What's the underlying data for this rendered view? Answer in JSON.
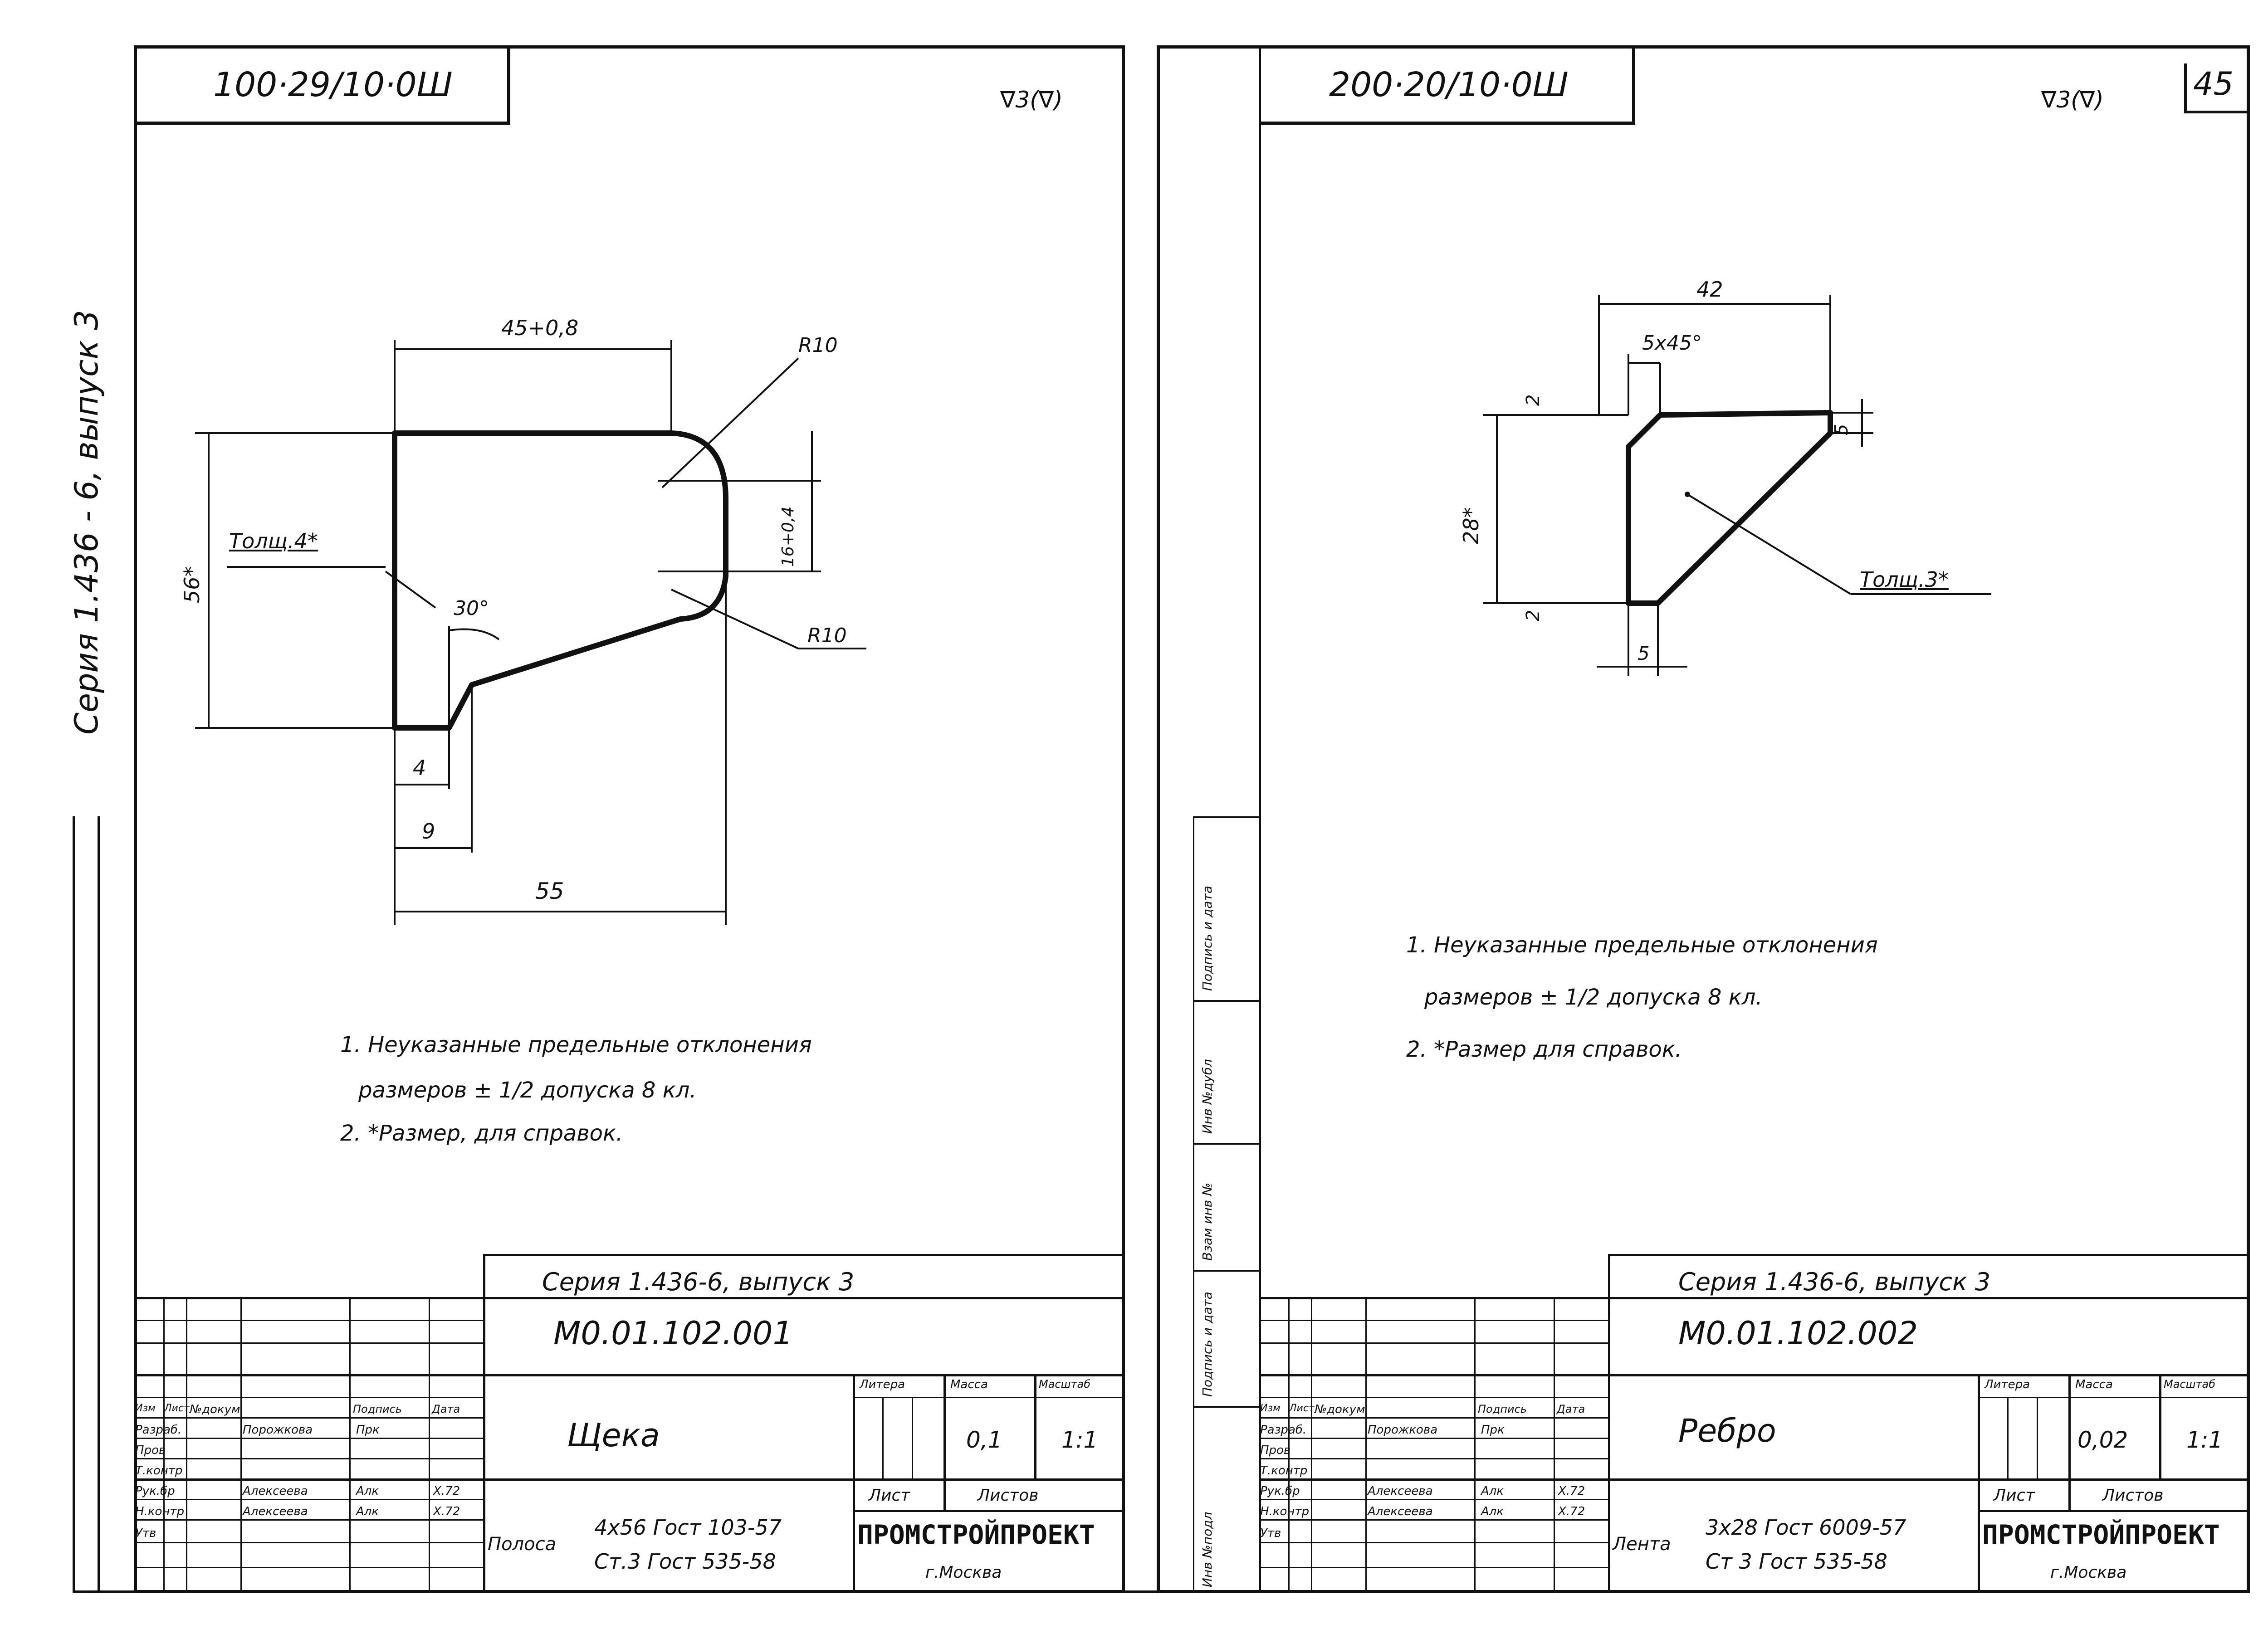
{
  "outer_side_text": "Серия 1.436 - 6, выпуск 3",
  "left_strip_labels": [
    "Инв №подл",
    "Подпись и дата",
    "Взам инв №",
    "Инв №дубл",
    "Подпись и дата"
  ],
  "sheet1": {
    "code_top": "100·29/10·0Ш",
    "surface_mark": "∇3(∇)",
    "dims": {
      "top_width": "45+0,8",
      "radius_top": "R10",
      "radius_bottom": "R10",
      "height": "56*",
      "right_height": "16+0,4",
      "thickness": "Толщ.4*",
      "angle": "30°",
      "d4": "4",
      "d9": "9",
      "d55": "55"
    },
    "notes": [
      "1. Неуказанные предельные отклонения",
      "размеров ± 1/2 допуска 8 кл.",
      "2. *Размер, для справок."
    ],
    "titleblock": {
      "series": "Серия 1.436-6, выпуск 3",
      "doc_code": "М0.01.102.001",
      "name": "Щека",
      "material_prefix": "Полоса",
      "material_line1": "4х56 Гост 103-57",
      "material_line2": "Ст.3 Гост 535-58",
      "hdr_litera": "Литера",
      "hdr_massa": "Масса",
      "hdr_masshtab": "Масштаб",
      "mass": "0,1",
      "scale": "1:1",
      "hdr_list": "Лист",
      "hdr_listov": "Листов",
      "org": "ПРОМСТРОЙПРОЕКТ",
      "city": "г.Москва",
      "hdr_izm": "Изм",
      "hdr_list2": "Лист",
      "hdr_ndok": "№докум",
      "hdr_podp": "Подпись",
      "hdr_data": "Дата",
      "rows": [
        {
          "role": "Разраб.",
          "name": "Порожкова",
          "sign": "Прк",
          "date": ""
        },
        {
          "role": "Пров",
          "name": "",
          "sign": "",
          "date": ""
        },
        {
          "role": "Т.контр",
          "name": "",
          "sign": "",
          "date": ""
        },
        {
          "role": "Рук.бр",
          "name": "Алексеева",
          "sign": "Алк",
          "date": "Х.72"
        },
        {
          "role": "Н.контр",
          "name": "Алексеева",
          "sign": "Алк",
          "date": "Х.72"
        },
        {
          "role": "Утв",
          "name": "",
          "sign": "",
          "date": ""
        }
      ]
    }
  },
  "sheet2": {
    "code_top": "200·20/10·0Ш",
    "surface_mark": "∇3(∇)",
    "page_number": "45",
    "dims": {
      "top_width": "42",
      "chamfer": "5х45°",
      "height": "28*",
      "d2_top": "2",
      "d2_bottom": "2",
      "d5_right": "5",
      "d5_bottom": "5",
      "thickness": "Толщ.3*"
    },
    "notes": [
      "1. Неуказанные предельные отклонения",
      "размеров ± 1/2 допуска 8 кл.",
      "2. *Размер для справок."
    ],
    "titleblock": {
      "series": "Серия 1.436-6, выпуск 3",
      "doc_code": "М0.01.102.002",
      "name": "Ребро",
      "material_prefix": "Лента",
      "material_line1": "3х28 Гост 6009-57",
      "material_line2": "Ст 3 Гост 535-58",
      "hdr_litera": "Литера",
      "hdr_massa": "Масса",
      "hdr_masshtab": "Масштаб",
      "mass": "0,02",
      "scale": "1:1",
      "hdr_list": "Лист",
      "hdr_listov": "Листов",
      "org": "ПРОМСТРОЙПРОЕКТ",
      "city": "г.Москва",
      "hdr_izm": "Изм",
      "hdr_list2": "Лист",
      "hdr_ndok": "№докум",
      "hdr_podp": "Подпись",
      "hdr_data": "Дата",
      "rows": [
        {
          "role": "Разраб.",
          "name": "Порожкова",
          "sign": "Прк",
          "date": ""
        },
        {
          "role": "Пров",
          "name": "",
          "sign": "",
          "date": ""
        },
        {
          "role": "Т.контр",
          "name": "",
          "sign": "",
          "date": ""
        },
        {
          "role": "Рук.бр",
          "name": "Алексеева",
          "sign": "Алк",
          "date": "Х.72"
        },
        {
          "role": "Н.контр",
          "name": "Алексеева",
          "sign": "Алк",
          "date": "Х.72"
        },
        {
          "role": "Утв",
          "name": "",
          "sign": "",
          "date": ""
        }
      ]
    }
  }
}
